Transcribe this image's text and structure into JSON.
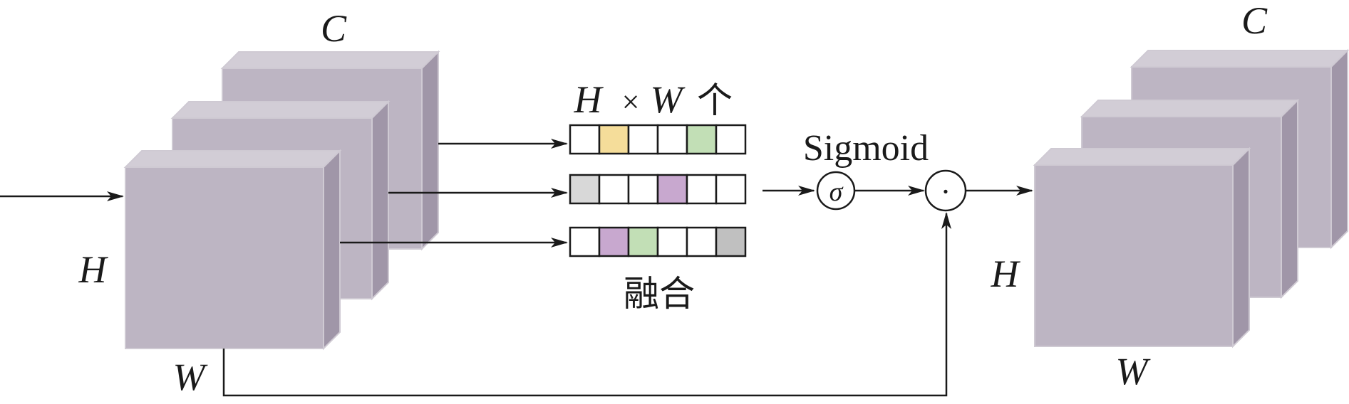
{
  "labels": {
    "input_C": "C",
    "input_H": "H",
    "input_W": "W",
    "top_H": "H",
    "times": "×",
    "top_W": "W",
    "ge": "个",
    "fuse": "融合",
    "sigmoid": "Sigmoid",
    "sigma": "σ",
    "dot": "·",
    "output_C": "C",
    "output_H": "H",
    "output_W": "W"
  },
  "vectors": [
    {
      "name": "vector-top",
      "cells": [
        "#ffffff",
        "#f5dd9a",
        "#ffffff",
        "#ffffff",
        "#c2dfb6",
        "#ffffff"
      ]
    },
    {
      "name": "vector-middle",
      "cells": [
        "#d8d8d8",
        "#ffffff",
        "#ffffff",
        "#c8a8cf",
        "#ffffff",
        "#ffffff"
      ]
    },
    {
      "name": "vector-bottom",
      "cells": [
        "#ffffff",
        "#c8a8cf",
        "#c2dfb6",
        "#ffffff",
        "#ffffff",
        "#c0c0c0"
      ]
    }
  ],
  "colors": {
    "cube_front": "#bdb5c3",
    "cube_top": "#d2cdd6",
    "cube_side": "#a096a8",
    "cube_edge": "#cfcad3",
    "line": "#1a1a1a"
  }
}
